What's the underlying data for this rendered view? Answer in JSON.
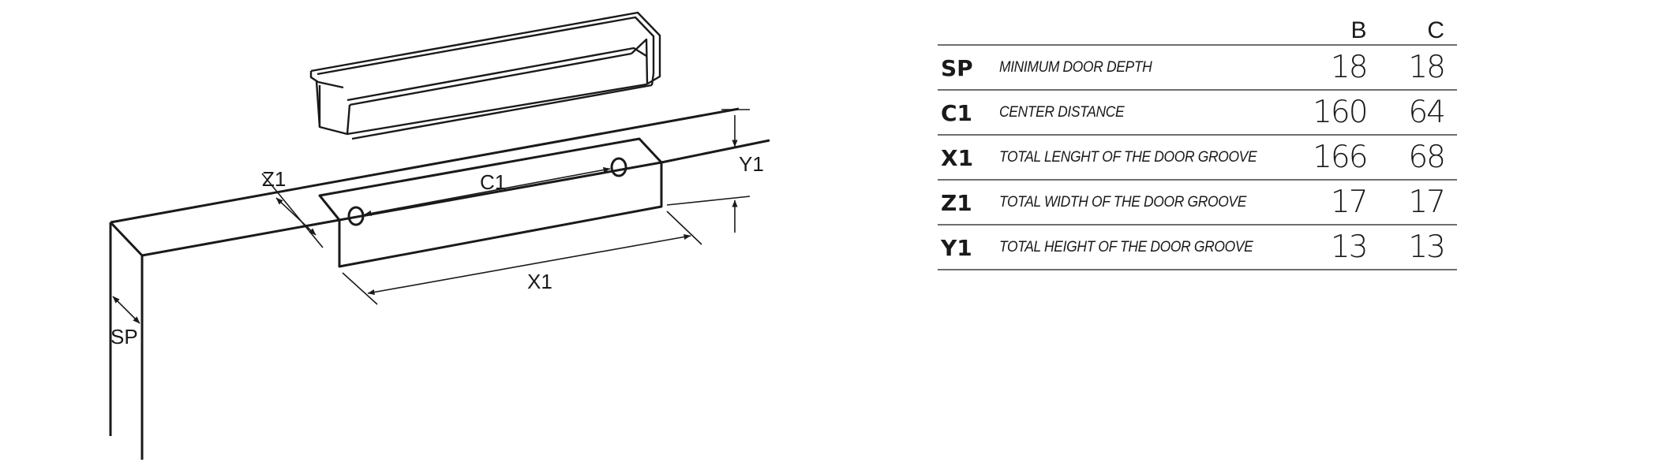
{
  "diagram": {
    "labels": {
      "z1": "Z1",
      "c1": "C1",
      "y1": "Y1",
      "x1": "X1",
      "sp": "SP"
    }
  },
  "table": {
    "columns": [
      "B",
      "C"
    ],
    "rows": [
      {
        "code": "SP",
        "description": "MINIMUM DOOR DEPTH",
        "b": "18",
        "c": "18"
      },
      {
        "code": "C1",
        "description": "CENTER DISTANCE",
        "b": "160",
        "c": "64"
      },
      {
        "code": "X1",
        "description": "TOTAL LENGHT OF THE DOOR GROOVE",
        "b": "166",
        "c": "68"
      },
      {
        "code": "Z1",
        "description": "TOTAL WIDTH OF THE DOOR GROOVE",
        "b": "17",
        "c": "17"
      },
      {
        "code": "Y1",
        "description": "TOTAL HEIGHT OF THE DOOR GROOVE",
        "b": "13",
        "c": "13"
      }
    ]
  }
}
